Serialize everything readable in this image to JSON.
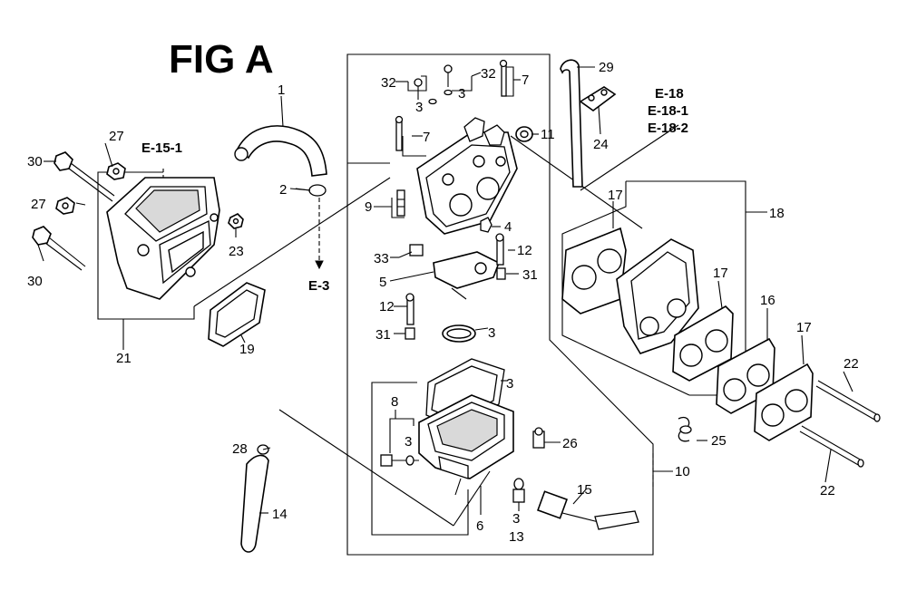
{
  "title": "FIG A",
  "callouts": {
    "c1": "1",
    "c2": "2",
    "c3a": "3",
    "c3b": "3",
    "c3c": "3",
    "c3d": "3",
    "c3e": "3",
    "c3f": "3",
    "c4": "4",
    "c5": "5",
    "c6": "6",
    "c7a": "7",
    "c7b": "7",
    "c8": "8",
    "c9": "9",
    "c10": "10",
    "c11": "11",
    "c12a": "12",
    "c12b": "12",
    "c13": "13",
    "c14": "14",
    "c15": "15",
    "c16": "16",
    "c17a": "17",
    "c17b": "17",
    "c17c": "17",
    "c18": "18",
    "c19": "19",
    "c21": "21",
    "c22a": "22",
    "c22b": "22",
    "c23": "23",
    "c24": "24",
    "c25": "25",
    "c26": "26",
    "c27a": "27",
    "c27b": "27",
    "c28": "28",
    "c29": "29",
    "c30a": "30",
    "c30b": "30",
    "c31a": "31",
    "c31b": "31",
    "c32a": "32",
    "c32b": "32",
    "c33": "33"
  },
  "references": {
    "e15_1": "E-15-1",
    "e3": "E-3",
    "e18": "E-18",
    "e18_1": "E-18-1",
    "e18_2": "E-18-2"
  }
}
